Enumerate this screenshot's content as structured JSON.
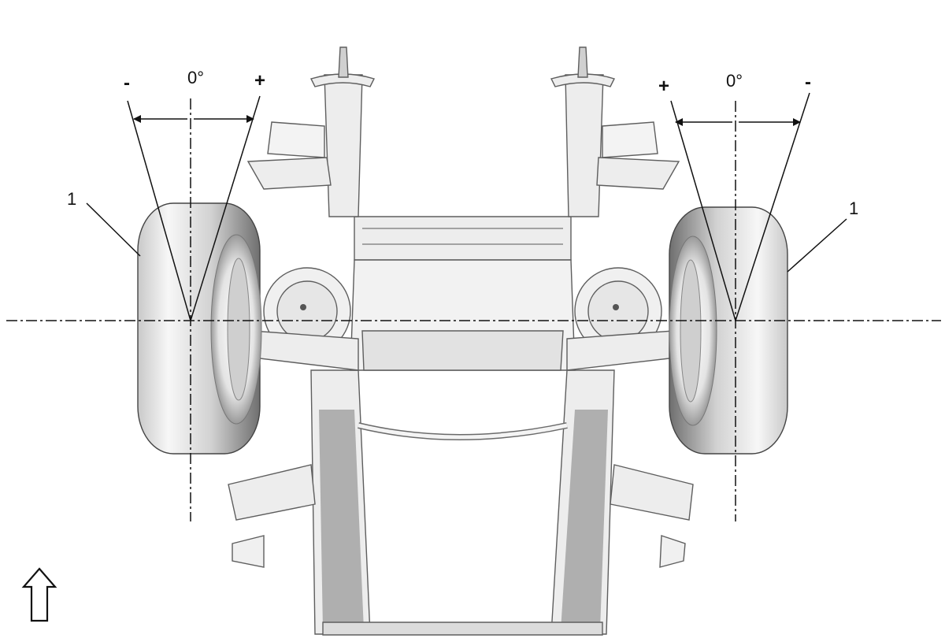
{
  "diagram": {
    "left": {
      "minus": "-",
      "zero": "0°",
      "plus": "+",
      "callout": "1"
    },
    "right": {
      "plus": "+",
      "zero": "0°",
      "minus": "-",
      "callout": "1"
    },
    "front_arrow": "front-direction-arrow"
  },
  "colors": {
    "line": "#111111",
    "tire_dark": "#7a7a7a",
    "tire_light": "#f2f2f2",
    "frame_stroke": "#5a5a5a",
    "frame_fill": "#ececec"
  }
}
